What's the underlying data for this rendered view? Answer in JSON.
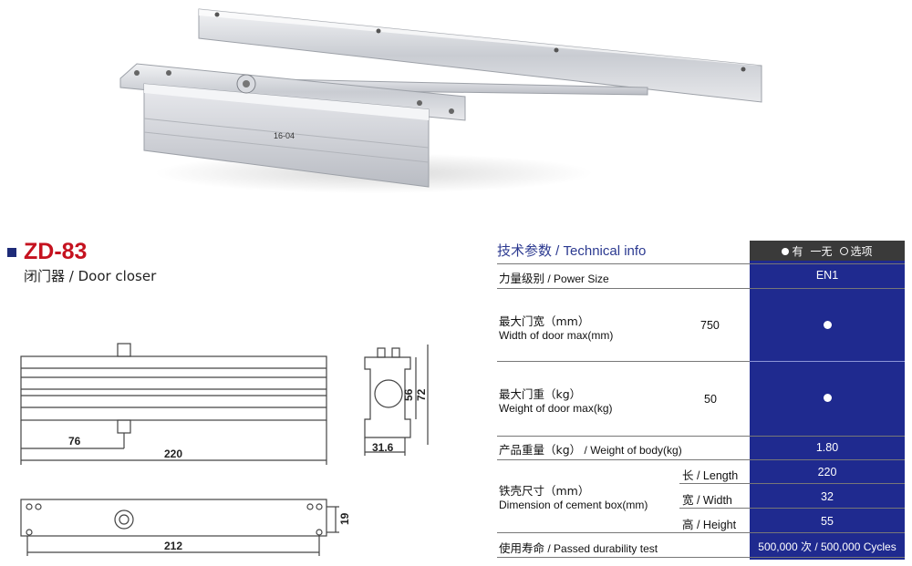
{
  "product": {
    "model": "ZD-83",
    "subtitle": "闭门器 / Door closer",
    "photo_label": "16-04"
  },
  "drawings": {
    "front_dim_76": "76",
    "front_dim_220": "220",
    "side_dim_56": "56",
    "side_dim_72": "72",
    "side_dim_31_6": "31.6",
    "bottom_dim_212": "212",
    "bottom_dim_19": "19"
  },
  "spec": {
    "heading_cn": "技术参数",
    "heading_en": " / Technical info",
    "legend": {
      "has": "有",
      "none": "一无",
      "optional": "选项"
    },
    "rows": {
      "power_label_cn": "力量级别",
      "power_label_en": " / Power Size",
      "power_value": "EN1",
      "width_label_cn": "最大门宽（mm）",
      "width_label_en": "Width of door max(mm)",
      "width_value": "750",
      "weight_label_cn": "最大门重（kg）",
      "weight_label_en": "Weight of door max(kg)",
      "weight_value": "50",
      "body_label_cn": "产品重量（kg）",
      "body_label_en": " / Weight of body(kg)",
      "body_value": "1.80",
      "box_label_cn": "铁壳尺寸（mm）",
      "box_label_en": "Dimension of cement box(mm)",
      "length_label_cn": "长",
      "length_label_en": " / Length",
      "length_value": "220",
      "width2_label_cn": "宽",
      "width2_label_en": " / Width",
      "width2_value": "32",
      "height_label_cn": "高",
      "height_label_en": " / Height",
      "height_value": "55",
      "durability_label_cn": "使用寿命",
      "durability_label_en": " / Passed durability test",
      "durability_value": "500,000 次 / 500,000 Cycles"
    }
  },
  "colors": {
    "accent_red": "#c5121f",
    "table_blue": "#1f2a8f",
    "bullet_navy": "#1e2b78",
    "heading_blue": "#2b3990"
  }
}
